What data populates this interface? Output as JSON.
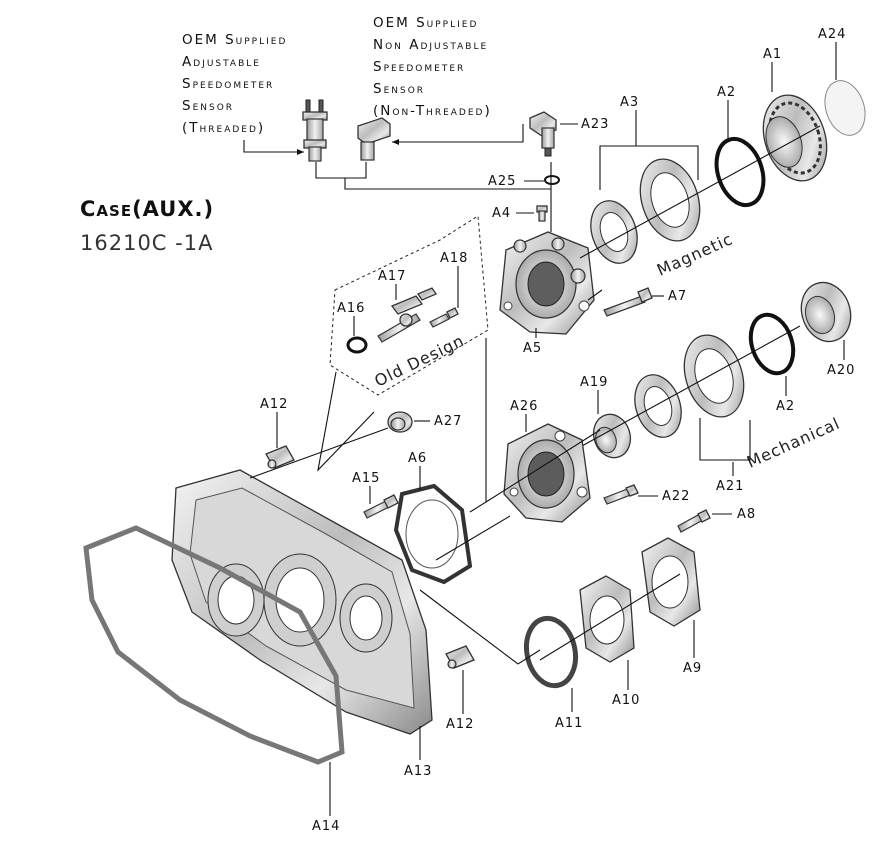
{
  "header": {
    "title": "Case(AUX.)",
    "part_number": "16210C -1A"
  },
  "notes": {
    "adjustable_sensor": [
      "OEM Supplied",
      "Adjustable",
      "Speedometer",
      "Sensor",
      "(Threaded)"
    ],
    "non_adjustable_sensor": [
      "OEM Supplied",
      "Non Adjustable",
      "Speedometer",
      "Sensor",
      "(Non-Threaded)"
    ]
  },
  "groups": {
    "old_design": "Old Design",
    "magnetic": "Magnetic",
    "mechanical": "Mechanical"
  },
  "callouts": {
    "a1": "A1",
    "a2_top": "A2",
    "a2_bottom": "A2",
    "a3": "A3",
    "a4": "A4",
    "a5": "A5",
    "a6": "A6",
    "a7": "A7",
    "a8": "A8",
    "a9": "A9",
    "a10": "A10",
    "a11": "A11",
    "a12_top": "A12",
    "a12_bottom": "A12",
    "a13": "A13",
    "a14": "A14",
    "a15": "A15",
    "a16": "A16",
    "a17": "A17",
    "a18": "A18",
    "a19": "A19",
    "a20": "A20",
    "a21": "A21",
    "a22": "A22",
    "a23": "A23",
    "a24": "A24",
    "a25": "A25",
    "a26": "A26",
    "a27": "A27"
  }
}
